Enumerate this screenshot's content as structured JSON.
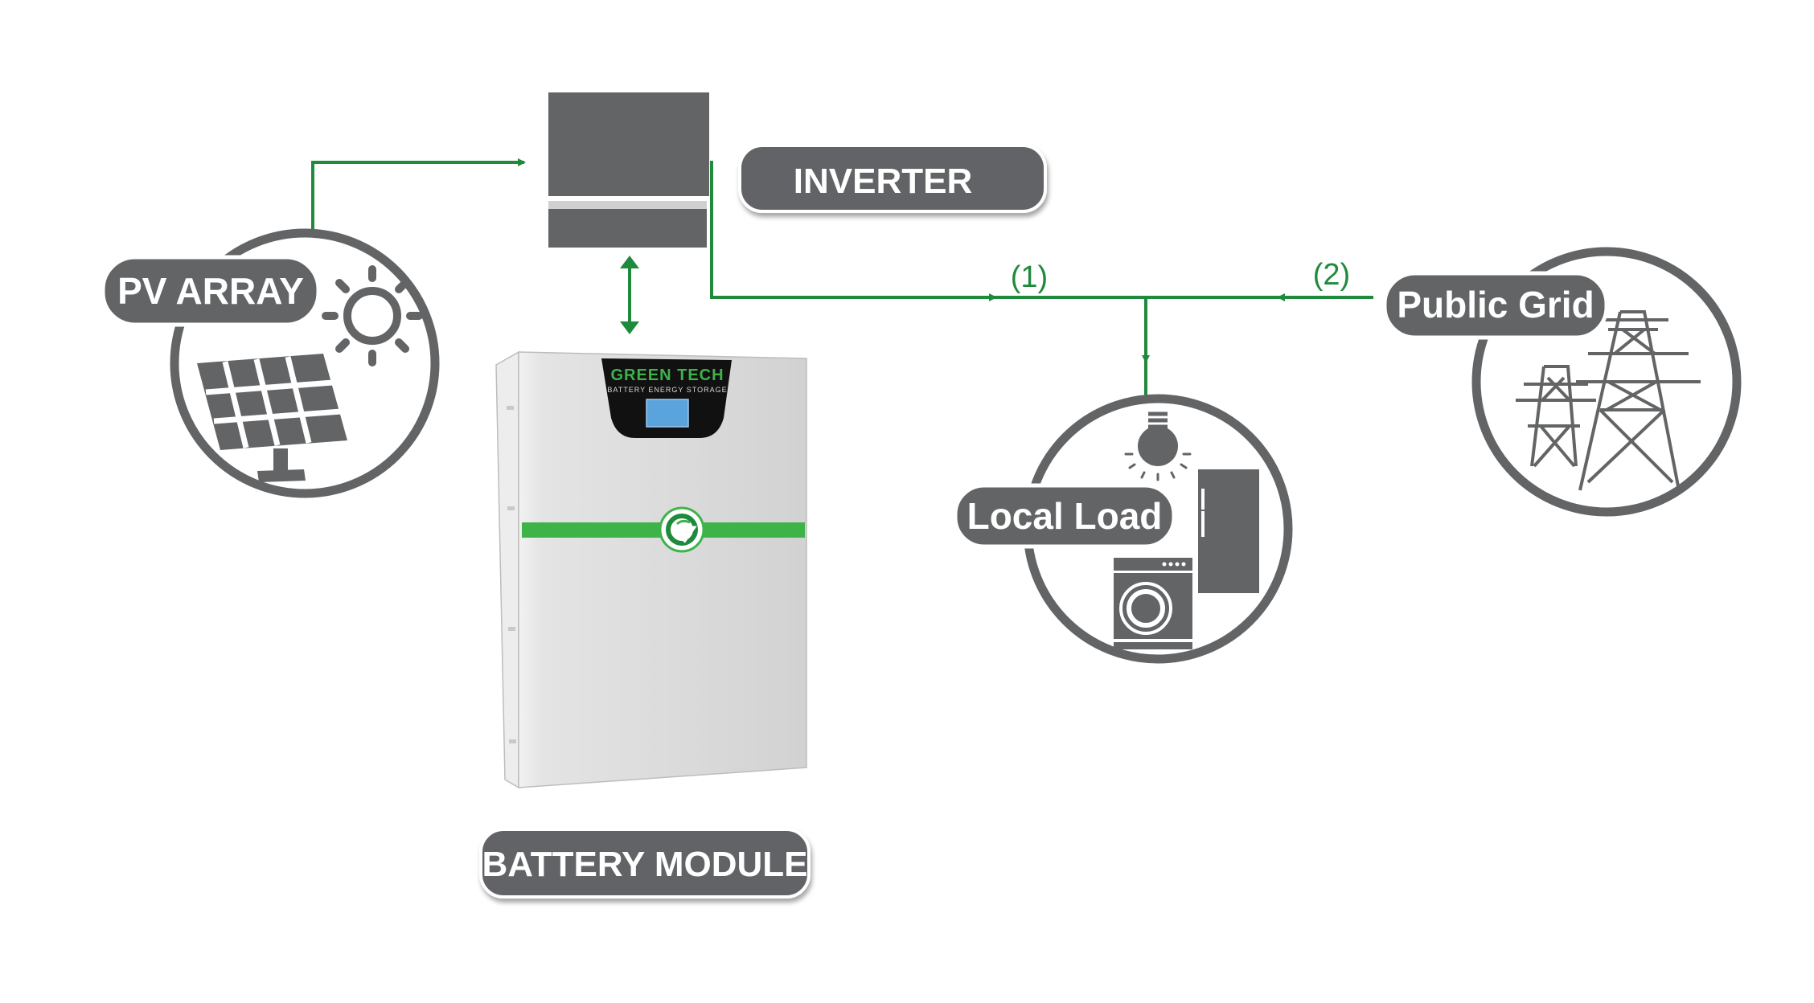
{
  "nodes": {
    "inverter": {
      "label": "INVERTER"
    },
    "pv_array": {
      "label": "PV ARRAY"
    },
    "battery": {
      "label": "BATTERY MODULE",
      "brand": "GREEN TECH",
      "brand_sub": "BATTERY ENERGY STORAGE"
    },
    "local_load": {
      "label": "Local Load"
    },
    "public_grid": {
      "label": "Public Grid"
    }
  },
  "flows": {
    "inverter_to_load": {
      "label": "(1)"
    },
    "grid_to_load": {
      "label": "(2)"
    }
  },
  "colors": {
    "line": "#1f8a3c",
    "dark": "#626466",
    "accent": "#3db34a",
    "battery_body": "#d6d6d6",
    "screen": "#5ba3dc"
  }
}
